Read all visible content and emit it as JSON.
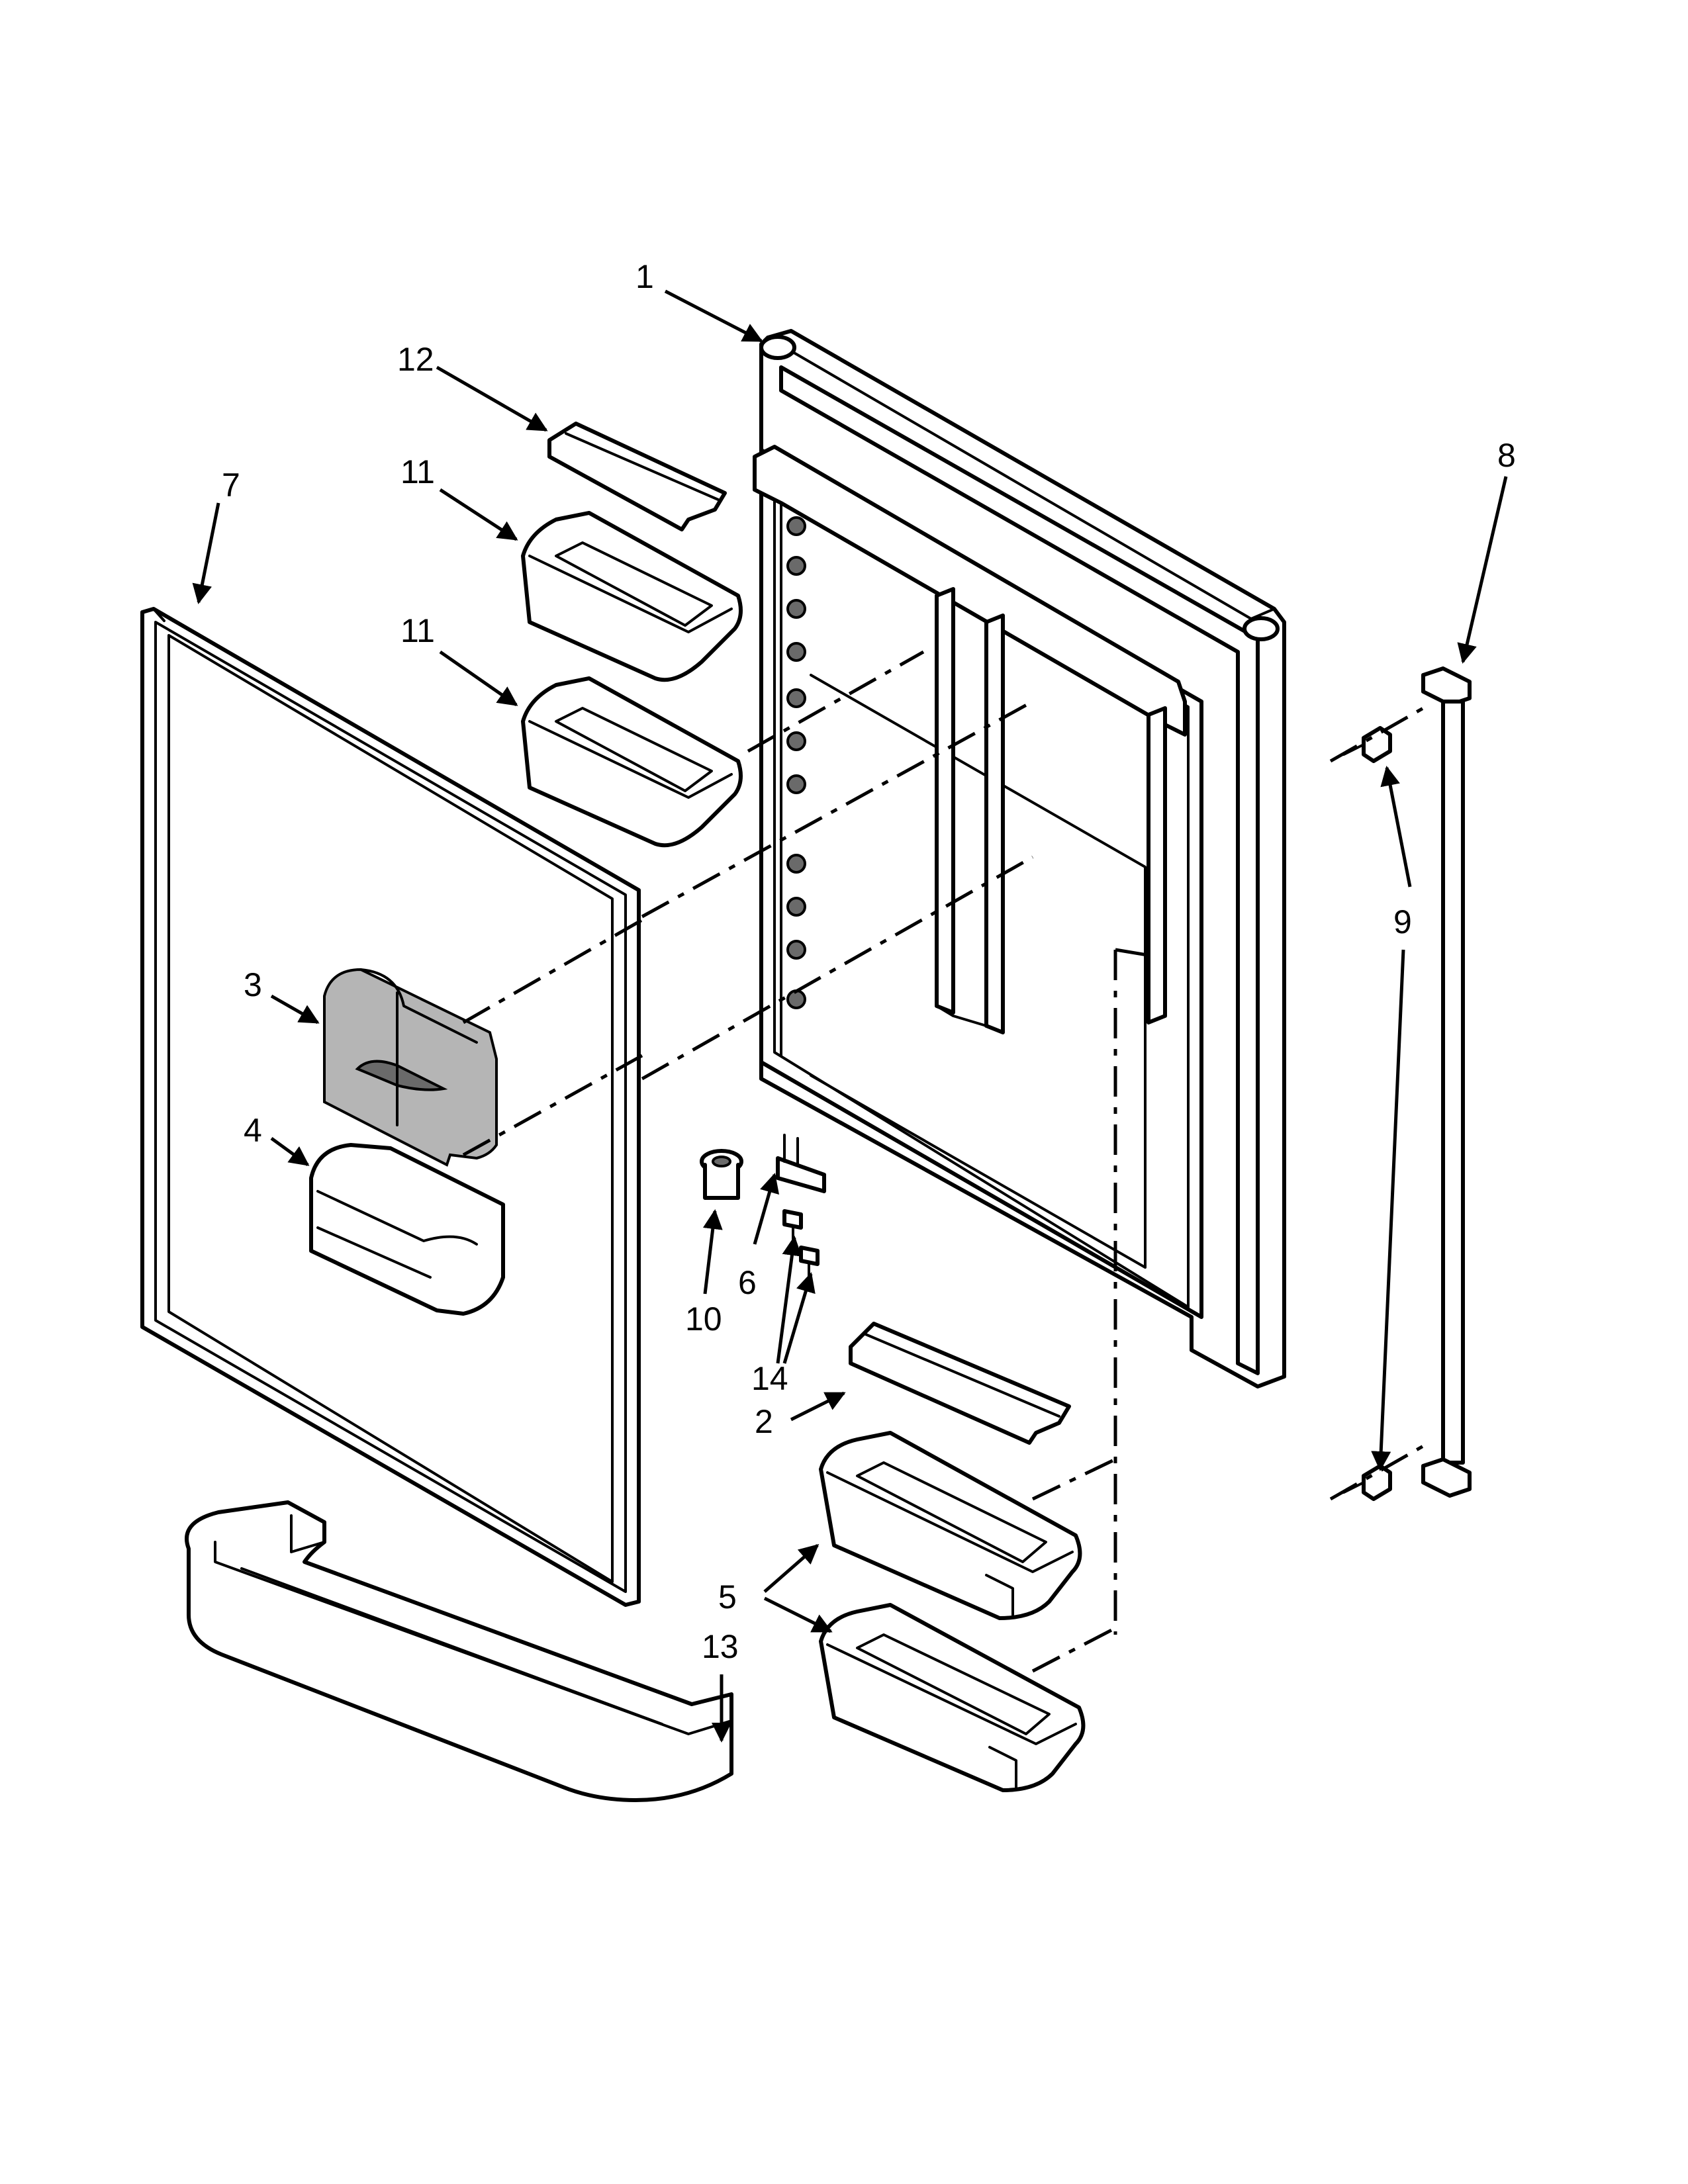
{
  "callouts": {
    "c1": "1",
    "c2": "2",
    "c3": "3",
    "c4": "4",
    "c5": "5",
    "c6": "6",
    "c7": "7",
    "c8": "8",
    "c9": "9",
    "c10": "10",
    "c11a": "11",
    "c11b": "11",
    "c12": "12",
    "c13": "13",
    "c14": "14"
  }
}
